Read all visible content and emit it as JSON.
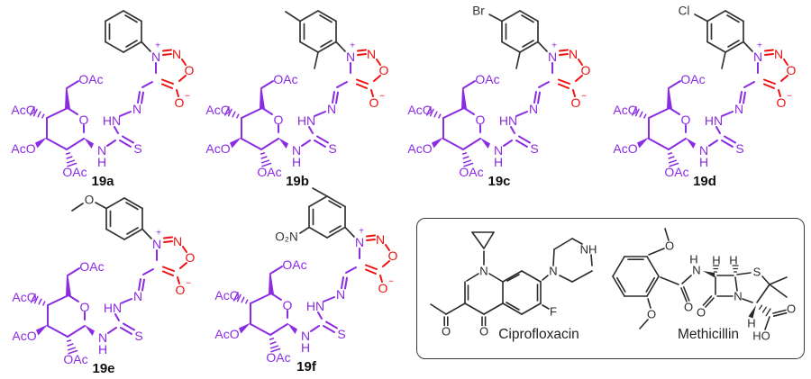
{
  "colors": {
    "purple": "#8b2be2",
    "red": "#ee1111",
    "aryl_black": "#333333",
    "reference_black": "#2a2a2a",
    "background": "#ffffff"
  },
  "core": {
    "oac_top": "OAc",
    "aco_4": "AcO",
    "aco_3": "AcO",
    "oac_2": "OAc",
    "ring_o": "O",
    "hn": "HN",
    "n_imine": "N",
    "n_amide": "N",
    "h_amide": "H",
    "s": "S",
    "syd_n1": "N",
    "syd_plus": "+",
    "syd_n2": "N",
    "syd_o3": "O",
    "syd_o_exo": "O",
    "syd_minus": "−"
  },
  "compounds": [
    {
      "label": "19a"
    },
    {
      "label": "19b"
    },
    {
      "label": "19c",
      "sub": "Br"
    },
    {
      "label": "19d",
      "sub": "Cl"
    },
    {
      "label": "19e",
      "sub": "O"
    },
    {
      "label": "19f",
      "sub": "O₂N"
    }
  ],
  "reference_box": {
    "cipro": {
      "name": "Ciprofloxacin",
      "atoms": {
        "n1": "N",
        "o_ketone": "O",
        "o_acyl": "O",
        "f": "F",
        "n_pip": "N",
        "nh": "NH"
      }
    },
    "meth": {
      "name": "Methicillin",
      "atoms": {
        "o_ome_top": "O",
        "o_ome_bottom": "O",
        "h_amide": "H",
        "n_amide": "N",
        "h_c6": "H",
        "h_c5": "H",
        "s": "S",
        "n4": "N",
        "o_lactam": "O",
        "o_amide": "O",
        "h_c3": "H",
        "ho": "HO",
        "o_acid": "O"
      }
    }
  }
}
